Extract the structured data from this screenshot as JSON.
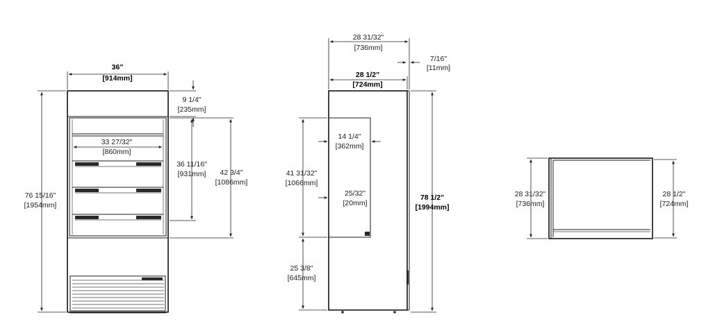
{
  "front": {
    "width_in": "36\"",
    "width_mm": "[914mm]",
    "top_in": "9 1/4\"",
    "top_mm": "[235mm]",
    "shelf_w_in": "33 27/32\"",
    "shelf_w_mm": "[860mm]",
    "opening_h_in": "36 11/16\"",
    "opening_h_mm": "[931mm]",
    "display_h_in": "42 3/4\"",
    "display_h_mm": "[1086mm]",
    "height_in": "76 15/16\"",
    "height_mm": "[1954mm]"
  },
  "side": {
    "depth_total_in": "28 31/32\"",
    "depth_total_mm": "[736mm]",
    "depth_in": "28 1/2\"",
    "depth_mm": "[724mm]",
    "offset_in": "7/16\"",
    "offset_mm": "[11mm]",
    "panel_w_in": "14 1/4\"",
    "panel_w_mm": "[362mm]",
    "panel_h_in": "41 31/32\"",
    "panel_h_mm": "[1066mm]",
    "gap_in": "25/32\"",
    "gap_mm": "[20mm]",
    "base_in": "25 3/8\"",
    "base_mm": "[645mm]",
    "height_in": "78 1/2\"",
    "height_mm": "[1994mm]"
  },
  "top_view": {
    "left_in": "28 31/32\"",
    "left_mm": "[736mm]",
    "right_in": "28 1/2\"",
    "right_mm": "[724mm]"
  }
}
